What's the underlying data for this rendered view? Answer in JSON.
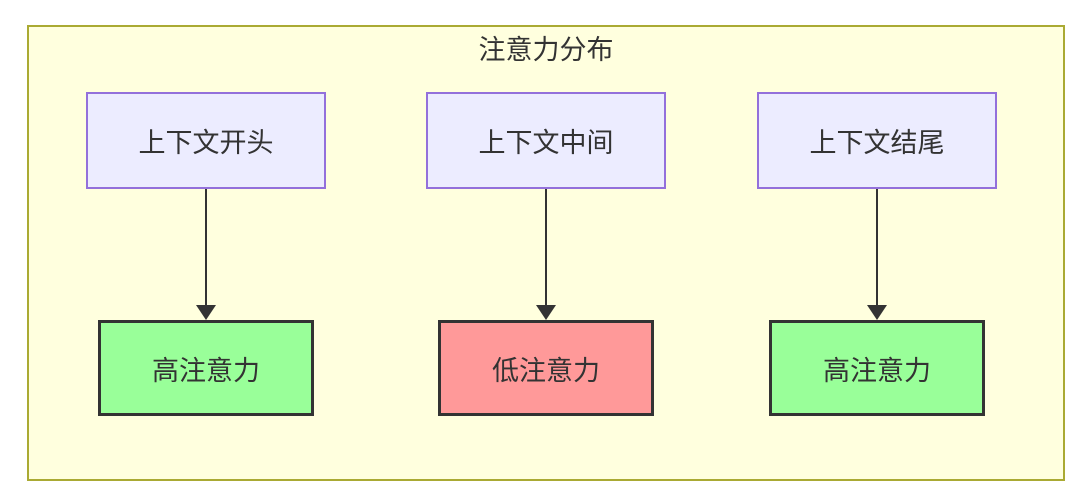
{
  "diagram": {
    "title": "注意力分布",
    "columns": [
      {
        "source": "上下文开头",
        "target": "高注意力",
        "level": "high",
        "fill": "#99ff99"
      },
      {
        "source": "上下文中间",
        "target": "低注意力",
        "level": "low",
        "fill": "#ff9999"
      },
      {
        "source": "上下文结尾",
        "target": "高注意力",
        "level": "high",
        "fill": "#99ff99"
      }
    ],
    "colors": {
      "canvas_bg": "#ffffff",
      "container_bg": "#ffffde",
      "container_border": "#aaaa33",
      "source_fill": "#ececff",
      "source_border": "#9370db",
      "high_attention_fill": "#99ff99",
      "low_attention_fill": "#ff9999",
      "target_border": "#333333",
      "edge_color": "#333333",
      "text_color": "#333333"
    }
  }
}
